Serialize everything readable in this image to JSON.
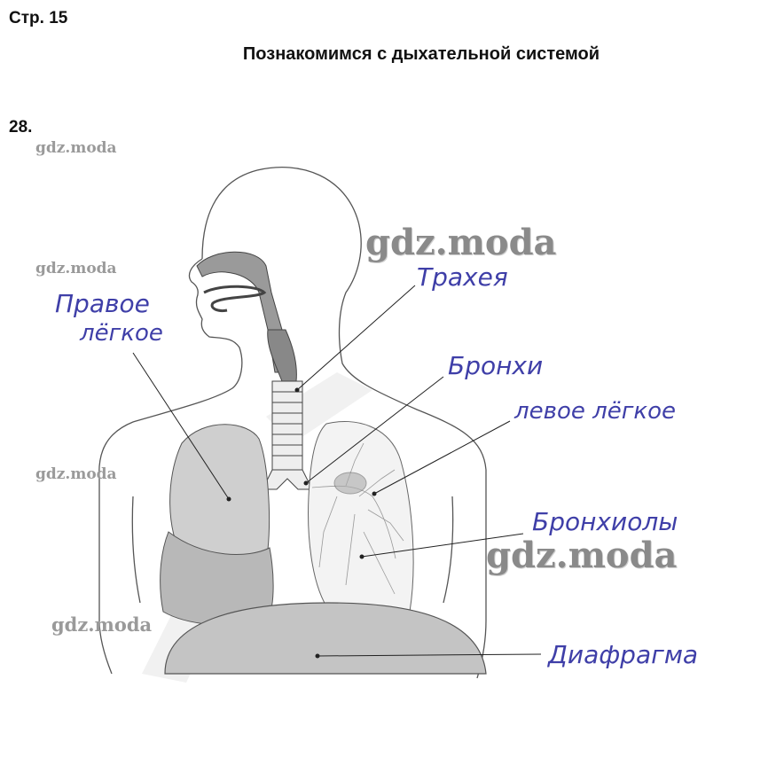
{
  "header": {
    "page_number": "Стр. 15",
    "title": "Познакомимся с дыхательной системой"
  },
  "task": {
    "number": "28."
  },
  "watermarks": [
    {
      "text": "gdz.moda"
    },
    {
      "text": "gdz.moda"
    },
    {
      "text": "gdz.moda"
    },
    {
      "text": "gdz.moda"
    },
    {
      "text": "gdz.moda"
    },
    {
      "text": "gdz.moda"
    }
  ],
  "labels": {
    "trachea": "Трахея",
    "right_lung_line1": "Правое",
    "right_lung_line2": "лёгкое",
    "bronchi": "Бронхи",
    "left_lung": "левое лёгкое",
    "bronchioles": "Бронхиолы",
    "diaphragm": "Диафрагма"
  },
  "colors": {
    "handwriting": "#3f3fa8",
    "watermark": "#8d8d8d"
  }
}
